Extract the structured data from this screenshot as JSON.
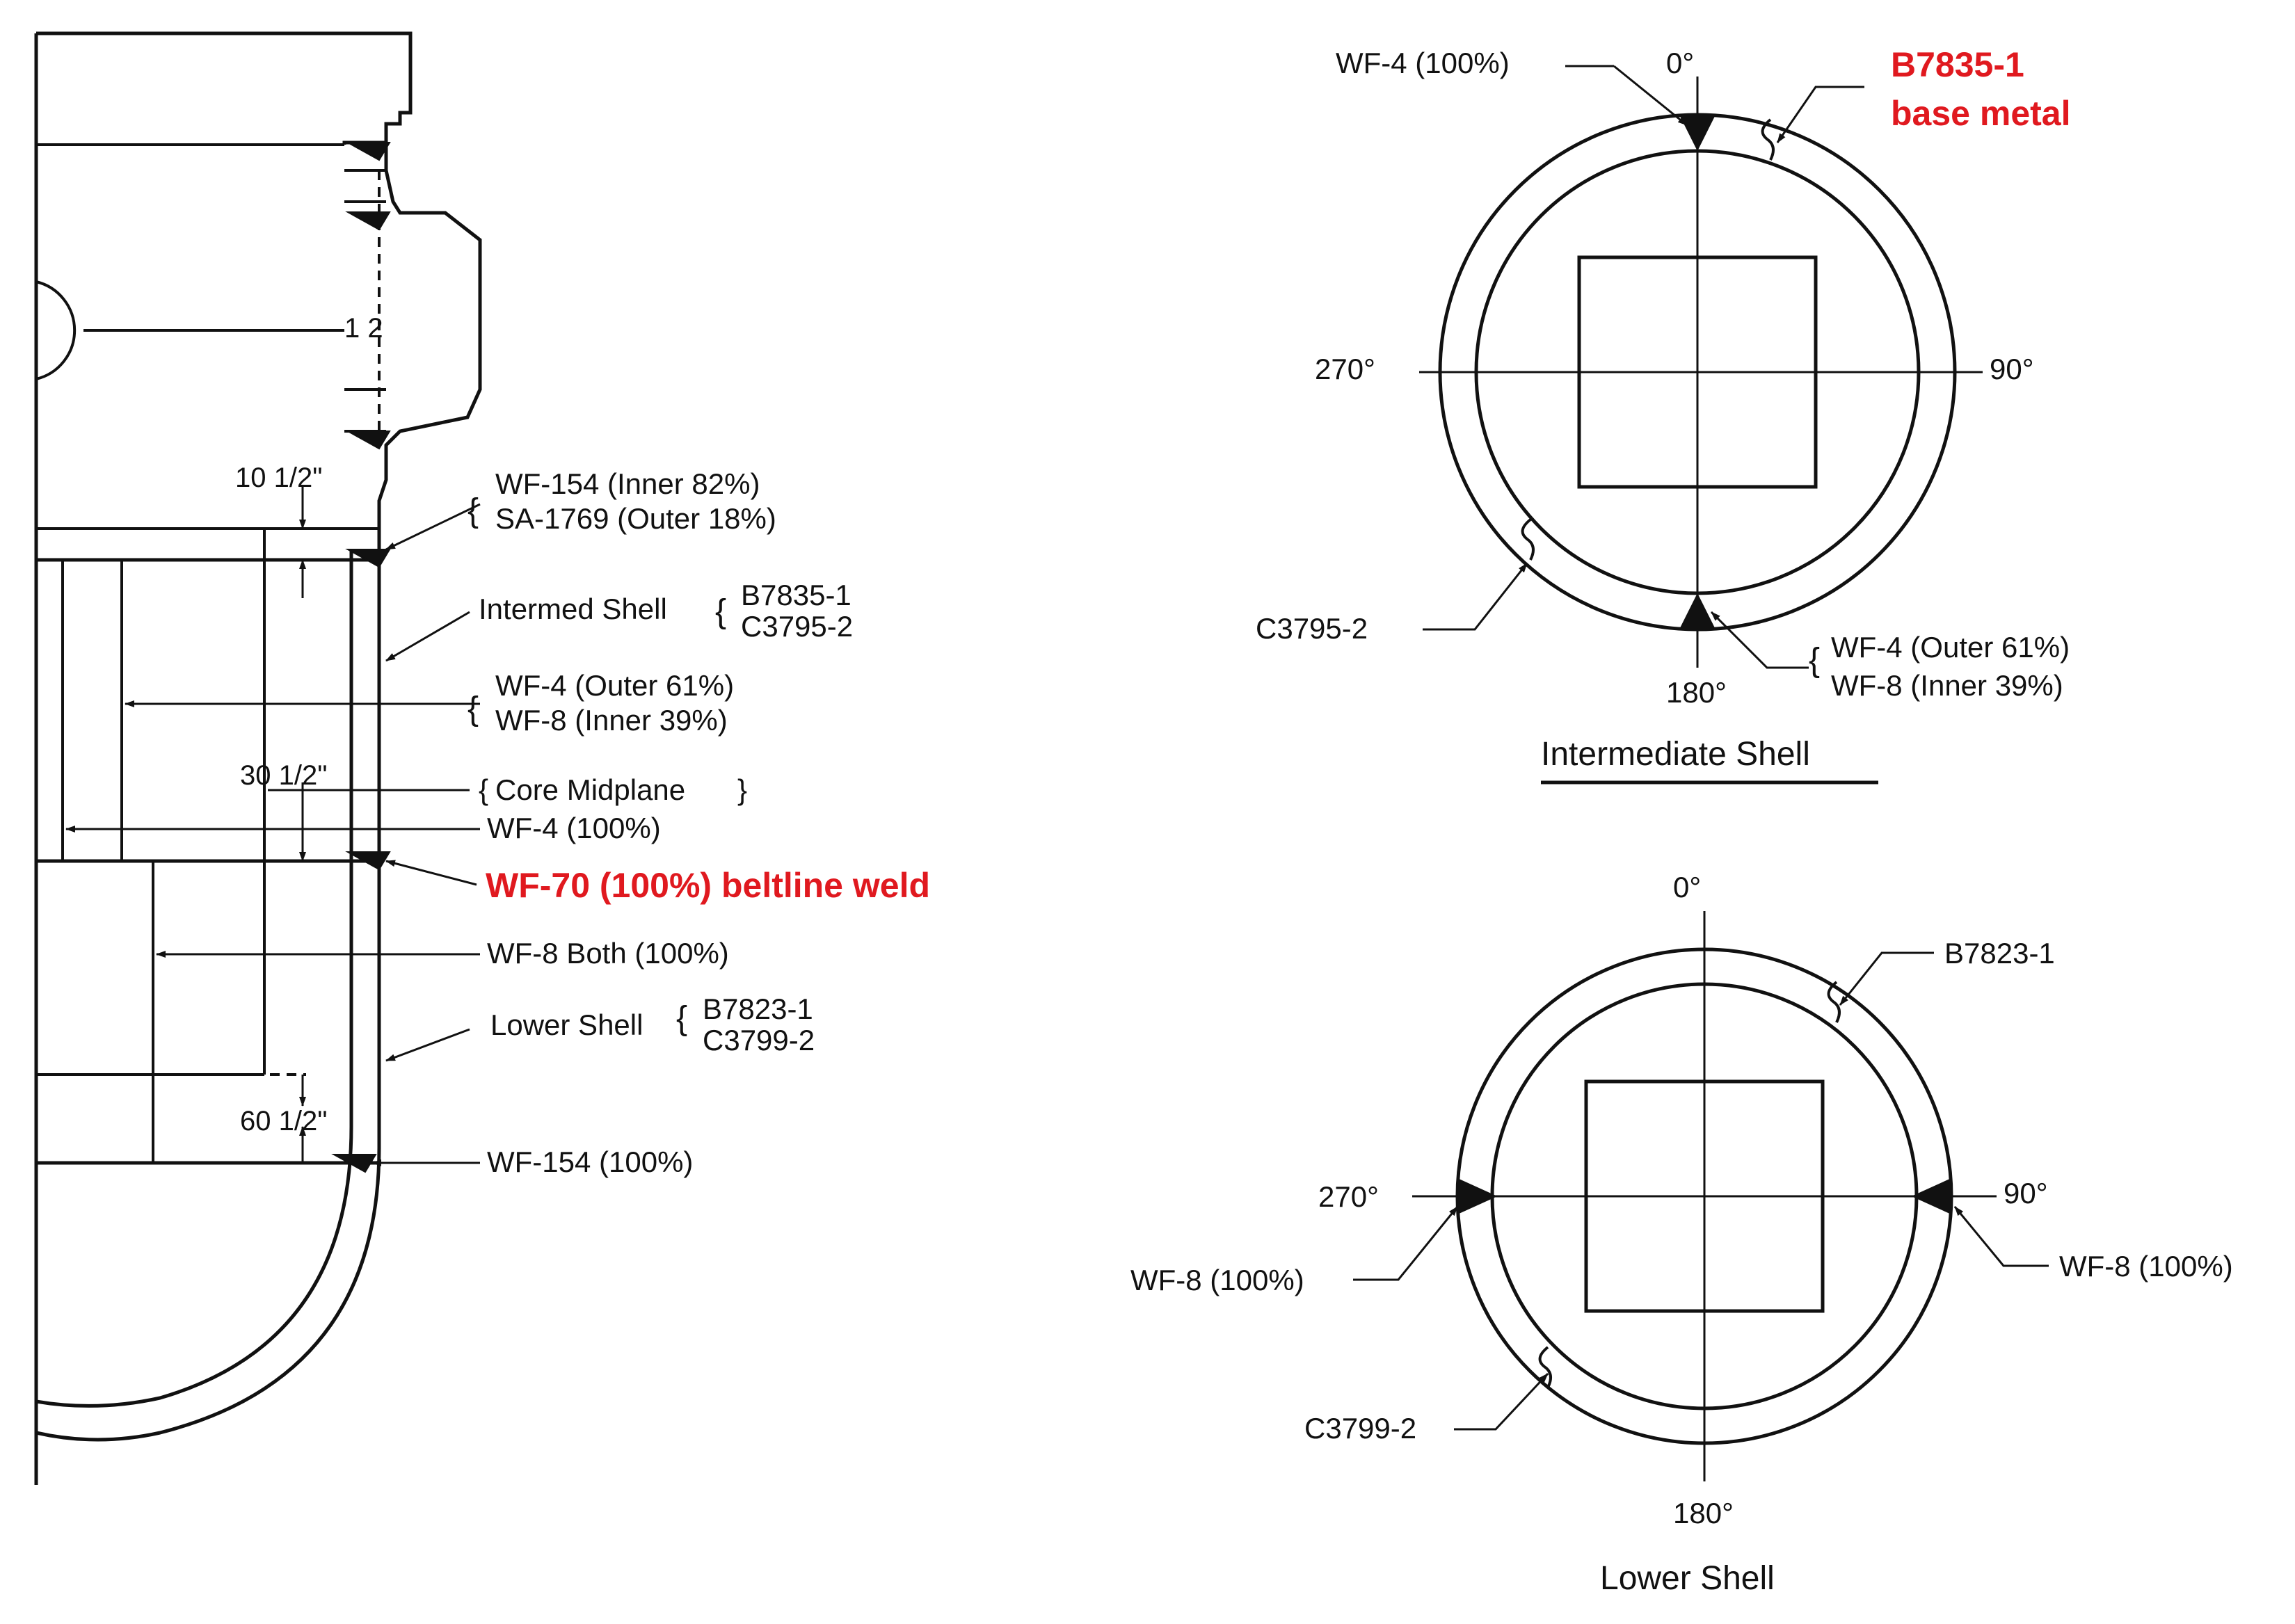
{
  "colors": {
    "ink": "#111111",
    "highlight": "#e0191f",
    "background": "#ffffff"
  },
  "elevation": {
    "dim_top": "10 1/2\"",
    "dim_mid": "30 1/2\"",
    "dim_low": "60 1/2\"",
    "label_wf154_inner": "WF-154 (Inner 82%)",
    "label_sa1769_outer": "SA-1769 (Outer 18%)",
    "label_intermed_shell": "Intermed Shell",
    "label_intermed_b": "B7835-1",
    "label_intermed_c": "C3795-2",
    "label_wf4_outer": "WF-4 (Outer 61%)",
    "label_wf8_inner": "WF-8 (Inner 39%)",
    "label_core_midplane": "Core Midplane",
    "label_wf4_full": "WF-4 (100%)",
    "label_wf70_highlight": "WF-70 (100%) beltline weld",
    "label_wf8_both": "WF-8 Both (100%)",
    "label_lower_shell": "Lower Shell",
    "label_lower_b": "B7823-1",
    "label_lower_c": "C3799-2",
    "label_wf154_full": "WF-154 (100%)"
  },
  "intermediate_shell": {
    "title": "Intermediate Shell",
    "angle_0": "0°",
    "angle_90": "90°",
    "angle_180": "180°",
    "angle_270": "270°",
    "label_wf4_top": "WF-4 (100%)",
    "highlight_line1": "B7835-1",
    "highlight_line2": "base metal",
    "label_c3795": "C3795-2",
    "label_wf4_outer": "WF-4 (Outer 61%)",
    "label_wf8_inner": "WF-8 (Inner 39%)"
  },
  "lower_shell": {
    "title": "Lower Shell",
    "angle_0": "0°",
    "angle_90": "90°",
    "angle_180": "180°",
    "angle_270": "270°",
    "label_b7823": "B7823-1",
    "label_wf8_left": "WF-8 (100%)",
    "label_wf8_right": "WF-8 (100%)",
    "label_c3799": "C3799-2"
  }
}
